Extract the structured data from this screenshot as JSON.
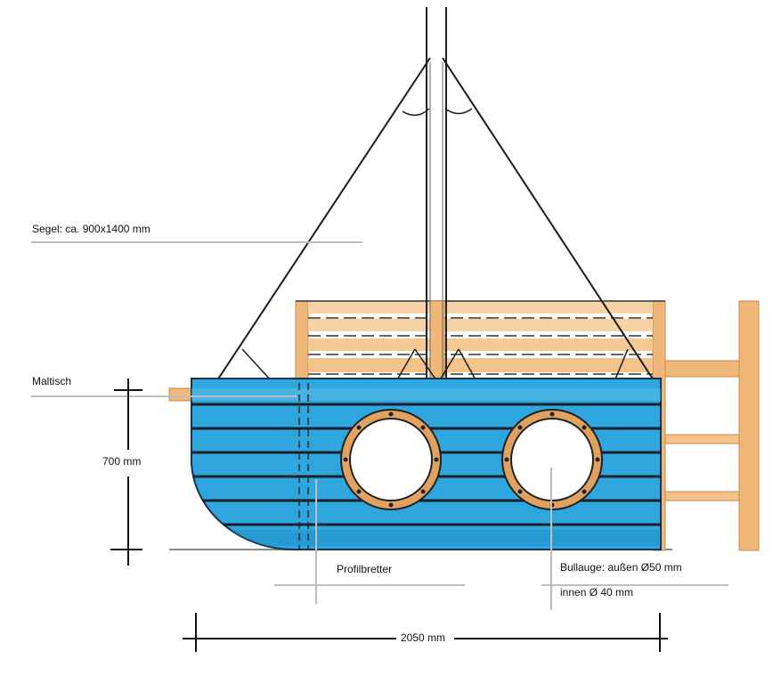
{
  "labels": {
    "sail": "Segel: ca. 900x1400 mm",
    "table": "Maltisch",
    "height": "700 mm",
    "boards": "Profilbretter",
    "porthole_outer": "Bullauge: außen Ø50 mm",
    "porthole_inner": "innen Ø 40 mm",
    "width": "2050 mm"
  },
  "colors": {
    "hull": "#2fa6dd",
    "hull_dark": "#1b85c4",
    "plank_line": "#1a1f2b",
    "wood": "#efb878",
    "wood_dark": "#d89a55",
    "porthole_ring": "#e2a25f",
    "rope": "#1b1b1b",
    "leader": "#bdbdbd"
  }
}
